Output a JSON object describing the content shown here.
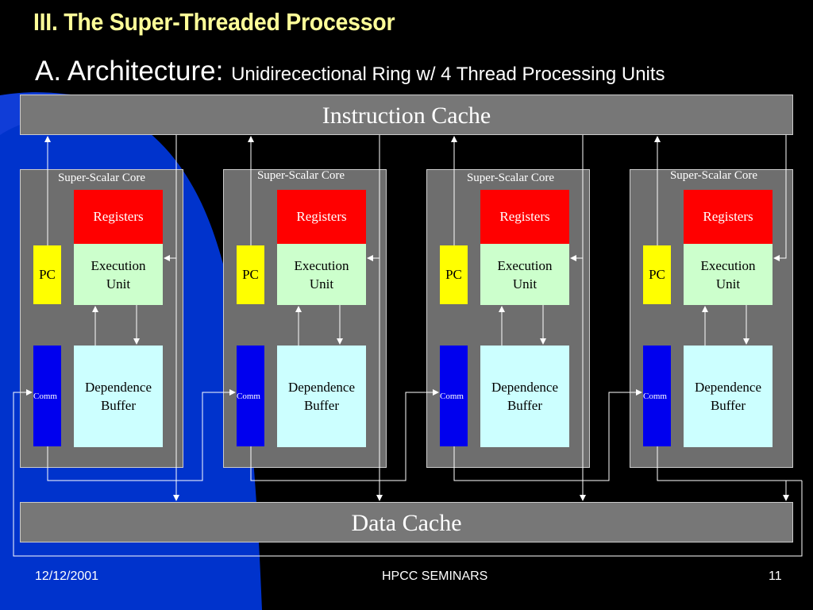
{
  "slide": {
    "title": "III. The Super-Threaded Processor",
    "subtitle_main": "A. Architecture: ",
    "subtitle_detail": "Unidirecectional Ring w/ 4 Thread Processing Units"
  },
  "diagram": {
    "instruction_cache": "Instruction Cache",
    "data_cache": "Data Cache",
    "cores": [
      {
        "label": "Super-Scalar Core",
        "registers": "Registers",
        "exec_line1": "Execution",
        "exec_line2": "Unit",
        "pc": "PC",
        "comm": "Comm",
        "dep_line1": "Dependence",
        "dep_line2": "Buffer"
      },
      {
        "label": "Super-Scalar Core",
        "registers": "Registers",
        "exec_line1": "Execution",
        "exec_line2": "Unit",
        "pc": "PC",
        "comm": "Comm",
        "dep_line1": "Dependence",
        "dep_line2": "Buffer"
      },
      {
        "label": "Super-Scalar Core",
        "registers": "Registers",
        "exec_line1": "Execution",
        "exec_line2": "Unit",
        "pc": "PC",
        "comm": "Comm",
        "dep_line1": "Dependence",
        "dep_line2": "Buffer"
      },
      {
        "label": "Super-Scalar Core",
        "registers": "Registers",
        "exec_line1": "Execution",
        "exec_line2": "Unit",
        "pc": "PC",
        "comm": "Comm",
        "dep_line1": "Dependence",
        "dep_line2": "Buffer"
      }
    ]
  },
  "footer": {
    "date": "12/12/2001",
    "center": "HPCC SEMINARS",
    "page": "11"
  },
  "colors": {
    "background": "#000000",
    "accent_blue": "#0033cc",
    "title": "#ffff99",
    "registers": "#ff0000",
    "execution_unit": "#ccffcc",
    "pc": "#ffff00",
    "comm": "#0000ee",
    "dependence_buffer": "#ccffff",
    "core": "#6e6e6e",
    "cache": "#777777"
  }
}
